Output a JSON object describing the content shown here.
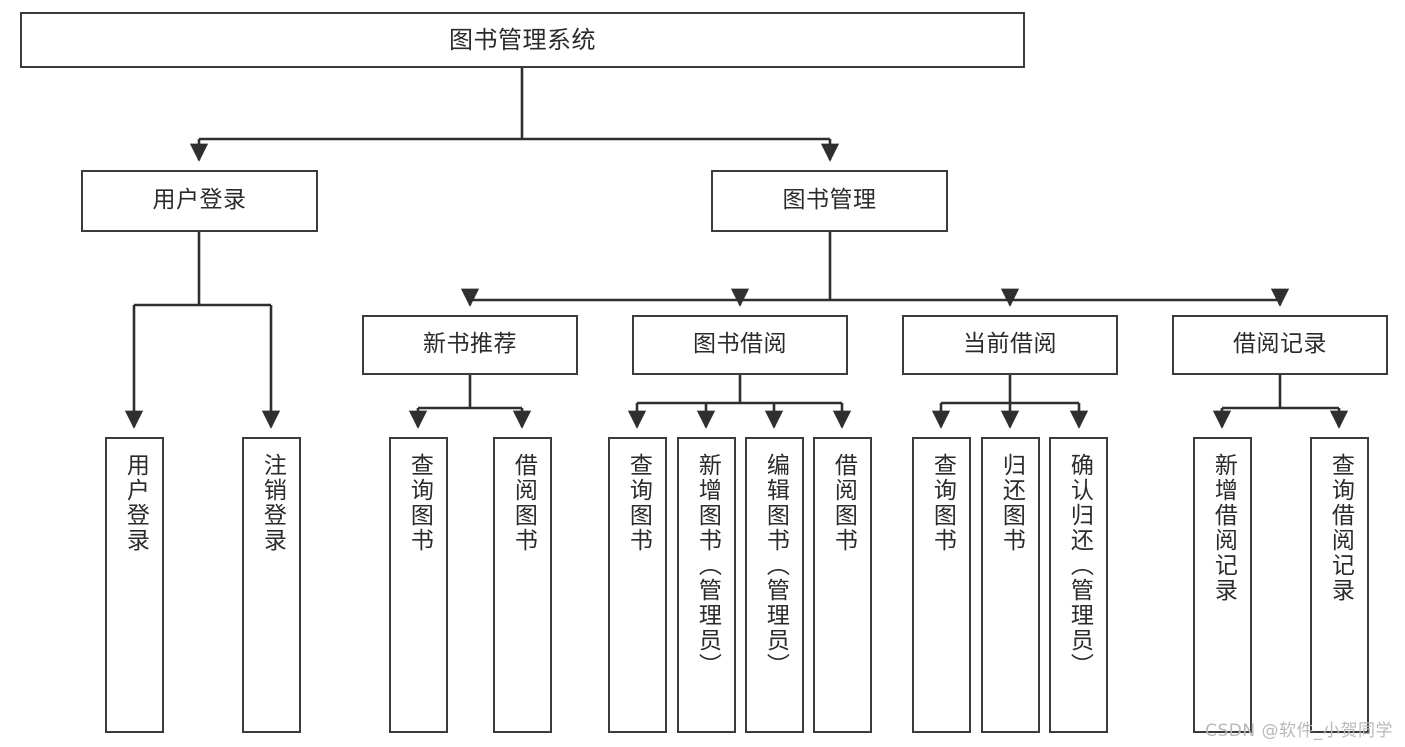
{
  "diagram": {
    "title": "图书管理系统",
    "watermark": "CSDN @软件_小贺同学",
    "colors": {
      "box_border": "#3b3b3b",
      "line": "#2f2f2f",
      "background": "#ffffff",
      "text": "#2b2b2b",
      "watermark": "#b9b9b9"
    },
    "levels": {
      "root": {
        "label": "图书管理系统"
      },
      "level2": [
        {
          "label": "用户登录"
        },
        {
          "label": "图书管理"
        }
      ],
      "level3": [
        {
          "label": "新书推荐"
        },
        {
          "label": "图书借阅"
        },
        {
          "label": "当前借阅"
        },
        {
          "label": "借阅记录"
        }
      ],
      "leaves": {
        "user_login": [
          {
            "label": "用户登录"
          },
          {
            "label": "注销登录"
          }
        ],
        "new_book_recommend": [
          {
            "label": "查询图书"
          },
          {
            "label": "借阅图书"
          }
        ],
        "book_borrow": [
          {
            "label": "查询图书"
          },
          {
            "label": "新增图书（管理员）"
          },
          {
            "label": "编辑图书（管理员）"
          },
          {
            "label": "借阅图书"
          }
        ],
        "current_borrow": [
          {
            "label": "查询图书"
          },
          {
            "label": "归还图书"
          },
          {
            "label": "确认归还（管理员）"
          }
        ],
        "borrow_record": [
          {
            "label": "新增借阅记录"
          },
          {
            "label": "查询借阅记录"
          }
        ]
      }
    }
  },
  "chart_data": {
    "type": "table",
    "title": "图书管理系统功能结构图",
    "nodes": [
      {
        "id": "root",
        "label": "图书管理系统",
        "level": 0,
        "parent": null
      },
      {
        "id": "n1",
        "label": "用户登录",
        "level": 1,
        "parent": "root"
      },
      {
        "id": "n2",
        "label": "图书管理",
        "level": 1,
        "parent": "root"
      },
      {
        "id": "n1a",
        "label": "用户登录",
        "level": 2,
        "parent": "n1"
      },
      {
        "id": "n1b",
        "label": "注销登录",
        "level": 2,
        "parent": "n1"
      },
      {
        "id": "n2a",
        "label": "新书推荐",
        "level": 2,
        "parent": "n2"
      },
      {
        "id": "n2b",
        "label": "图书借阅",
        "level": 2,
        "parent": "n2"
      },
      {
        "id": "n2c",
        "label": "当前借阅",
        "level": 2,
        "parent": "n2"
      },
      {
        "id": "n2d",
        "label": "借阅记录",
        "level": 2,
        "parent": "n2"
      },
      {
        "id": "n2a1",
        "label": "查询图书",
        "level": 3,
        "parent": "n2a"
      },
      {
        "id": "n2a2",
        "label": "借阅图书",
        "level": 3,
        "parent": "n2a"
      },
      {
        "id": "n2b1",
        "label": "查询图书",
        "level": 3,
        "parent": "n2b"
      },
      {
        "id": "n2b2",
        "label": "新增图书（管理员）",
        "level": 3,
        "parent": "n2b"
      },
      {
        "id": "n2b3",
        "label": "编辑图书（管理员）",
        "level": 3,
        "parent": "n2b"
      },
      {
        "id": "n2b4",
        "label": "借阅图书",
        "level": 3,
        "parent": "n2b"
      },
      {
        "id": "n2c1",
        "label": "查询图书",
        "level": 3,
        "parent": "n2c"
      },
      {
        "id": "n2c2",
        "label": "归还图书",
        "level": 3,
        "parent": "n2c"
      },
      {
        "id": "n2c3",
        "label": "确认归还（管理员）",
        "level": 3,
        "parent": "n2c"
      },
      {
        "id": "n2d1",
        "label": "新增借阅记录",
        "level": 3,
        "parent": "n2d"
      },
      {
        "id": "n2d2",
        "label": "查询借阅记录",
        "level": 3,
        "parent": "n2d"
      }
    ]
  }
}
